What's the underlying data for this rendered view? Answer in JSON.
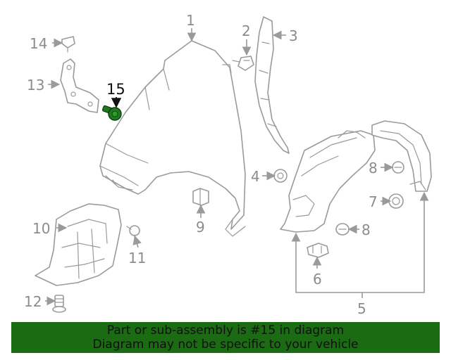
{
  "callouts": {
    "c1": "1",
    "c2": "2",
    "c3": "3",
    "c4": "4",
    "c5": "5",
    "c6": "6",
    "c7": "7",
    "c8a": "8",
    "c8b": "8",
    "c9": "9",
    "c10": "10",
    "c11": "11",
    "c12": "12",
    "c13": "13",
    "c14": "14",
    "c15": "15"
  },
  "highlighted_part": "15",
  "banner": {
    "line1": "Part or sub-assembly is #15 in diagram",
    "line2": "Diagram may not be specific to your vehicle",
    "background": "#1a6b12"
  },
  "colors": {
    "highlight_part": "#1f7a1f",
    "line_art": "#9a9a9a"
  }
}
